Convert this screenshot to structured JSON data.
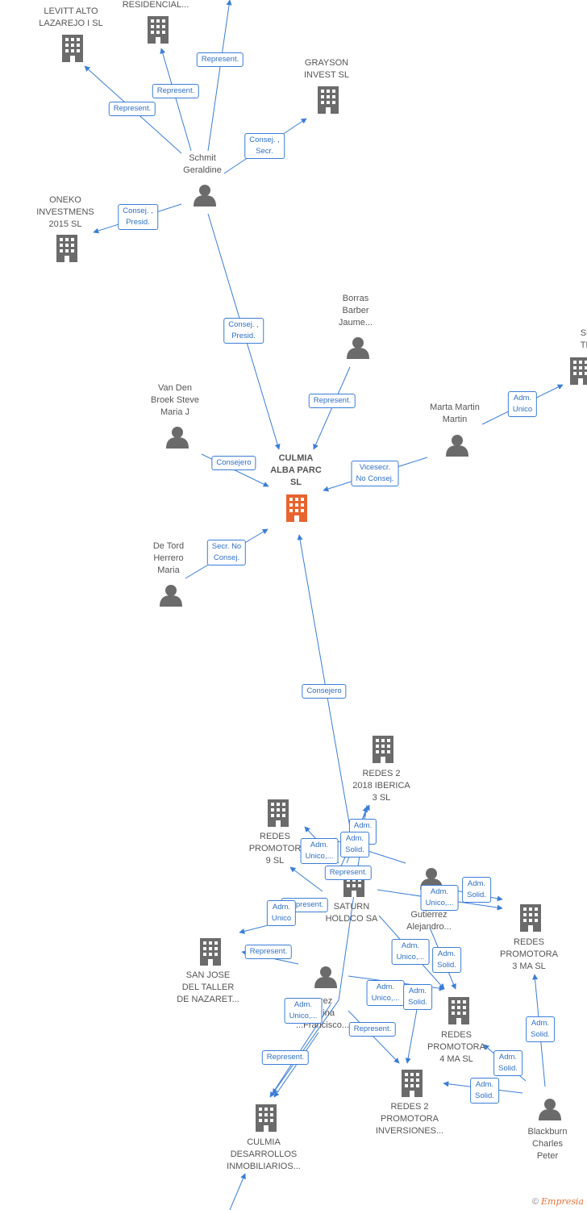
{
  "colors": {
    "edge": "#3b7dd8",
    "node_icon": "#6b6b6b",
    "focus_icon": "#e8642f",
    "label": "#555555"
  },
  "nodes": {
    "levitt": {
      "label": "LEVITT ALTO\nLAZAREJO I  SL",
      "kind": "company"
    },
    "residencial": {
      "label": "RESIDENCIAL...",
      "kind": "company"
    },
    "grayson": {
      "label": "GRAYSON\nINVEST  SL",
      "kind": "company"
    },
    "schmit": {
      "label": "Schmit\nGeraldine",
      "kind": "person"
    },
    "oneko": {
      "label": "ONEKO\nINVESTMENS\n2015  SL",
      "kind": "company"
    },
    "borras": {
      "label": "Borras\nBarber\nJaume...",
      "kind": "person"
    },
    "shar": {
      "label": "SHAR\nTEAM",
      "kind": "company"
    },
    "vanden": {
      "label": "Van Den\nBroek Steve\nMaria J",
      "kind": "person"
    },
    "marta": {
      "label": "Marta Martin\nMartin",
      "kind": "person"
    },
    "culmia": {
      "label": "CULMIA\nALBA PARC\nSL",
      "kind": "focus"
    },
    "detord": {
      "label": "De Tord\nHerrero\nMaria",
      "kind": "person"
    },
    "redes2018": {
      "label": "REDES 2\n2018 IBERICA\n3  SL",
      "kind": "company"
    },
    "redes9": {
      "label": "REDES\nPROMOTOR\n9  SL",
      "kind": "company"
    },
    "saturn": {
      "label": "SATURN\nHOLDCO SA",
      "kind": "company"
    },
    "gutierrez": {
      "label": "Gutierrez\nAlejandro...",
      "kind": "person"
    },
    "redes3ma": {
      "label": "REDES\nPROMOTORA\n3 MA  SL",
      "kind": "company"
    },
    "sanjose": {
      "label": "SAN JOSE\nDEL TALLER\nDE NAZARET...",
      "kind": "company"
    },
    "francisco": {
      "label": "...rez\n...dina\n...Francisco...",
      "kind": "person"
    },
    "redes4ma": {
      "label": "REDES\nPROMOTORA\n4 MA  SL",
      "kind": "company"
    },
    "redes2prom": {
      "label": "REDES 2\nPROMOTORA\nINVERSIONES...",
      "kind": "company"
    },
    "blackburn": {
      "label": "Blackburn\nCharles\nPeter",
      "kind": "person"
    },
    "culmiades": {
      "label": "CULMIA\nDESARROLLOS\nINMOBILIARIOS...",
      "kind": "company"
    }
  },
  "edges": {
    "e1": "Represent.",
    "e2": "Represent.",
    "e3": "Represent.",
    "e4": "Consej. ,\nSecr.",
    "e5": "Consej. ,\nPresid.",
    "e6": "Consej. ,\nPresid.",
    "e7": "Represent.",
    "e8": "Adm.\nUnico",
    "e9": "Consejero",
    "e10": "Vicesecr.\nNo Consej.",
    "e11": "Secr.  No\nConsej.",
    "e12": "Consejero",
    "e13": "Adm.\n...",
    "e14": "Adm.\nSolid.",
    "e15": "Adm.\nUnico,...",
    "e16": "Represent.",
    "e17": "Adm.\nSolid.",
    "e18": "Adm.\nUnico,...",
    "e19": "Represent.",
    "e20": "Adm.\nUnico",
    "e21": "Represent.",
    "e22": "Adm.\nUnico,...",
    "e23": "Adm.\nSolid.",
    "e24": "Adm.\nUnico,...",
    "e25": "Adm.\nSolid.",
    "e26": "Adm.\nUnico,...",
    "e27": "Represent.",
    "e28": "Represent.",
    "e29": "Adm.\nSolid.",
    "e30": "Adm.\nSolid.",
    "e31": "Adm.\nSolid."
  },
  "footer": {
    "copyright": "©",
    "brand": "Empresia"
  }
}
